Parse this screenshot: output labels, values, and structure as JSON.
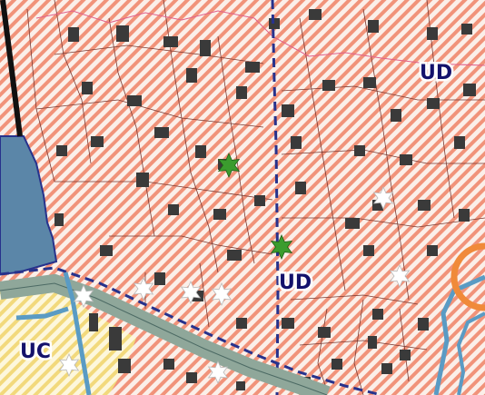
{
  "map": {
    "zones": [
      {
        "code": "UD",
        "kind": "urban-dense"
      },
      {
        "code": "UD",
        "kind": "urban-dense"
      },
      {
        "code": "UC",
        "kind": "urban-central"
      }
    ],
    "colors": {
      "hatch_stripe": "#f1937a",
      "hatch_background": "#fbefe9",
      "uc_stripe": "#f2d97c",
      "uc_background": "#fdf7dc",
      "water": "#5b86a8",
      "river_line": "#5a9bc4",
      "road": "#8fa79a",
      "road_edge": "#4c6a64",
      "zone_boundary": "#27328c",
      "parcel_line": "#7a3a32",
      "building": "#3a3a3a",
      "label_ink": "#14116b",
      "protected_site": "#3b9c2e",
      "heritage_star": "#ffffff",
      "ring_road": "#f08a3a",
      "pink_boundary": "#e0608a",
      "railway": "#111111"
    },
    "symbols": [
      "green-star-icon",
      "white-star-icon"
    ]
  }
}
